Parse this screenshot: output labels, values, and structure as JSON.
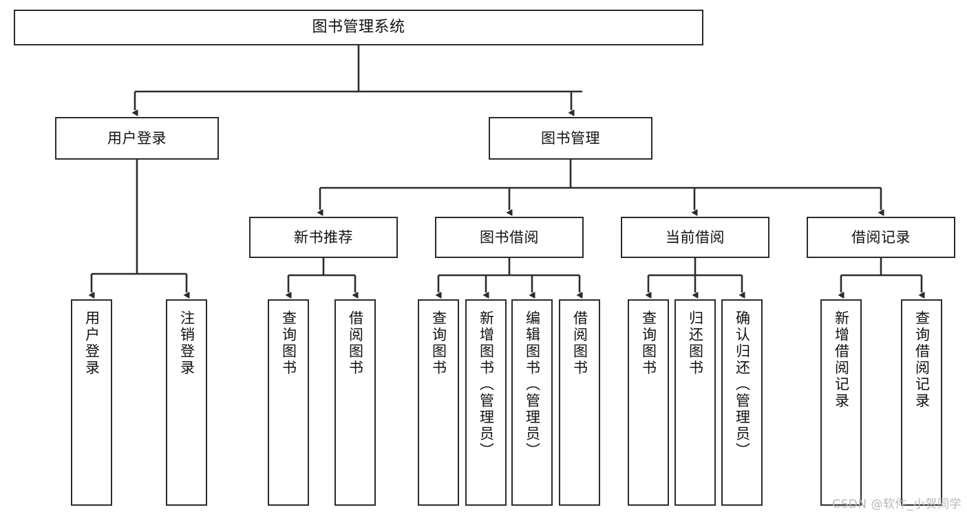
{
  "diagram": {
    "title": "图书管理系统",
    "watermark": "CSDN @软件_小贺同学",
    "line_color": "#2b2b2b",
    "box_fill": "#ffffff",
    "text_color": "#111111"
  },
  "nodes": {
    "root": {
      "label": "图书管理系统"
    },
    "level2": [
      {
        "label": "用户登录"
      },
      {
        "label": "图书管理"
      }
    ],
    "level3": [
      {
        "label": "新书推荐"
      },
      {
        "label": "图书借阅"
      },
      {
        "label": "当前借阅"
      },
      {
        "label": "借阅记录"
      }
    ],
    "leaves": {
      "user_login": [
        {
          "label": "用户登录"
        },
        {
          "label": "注销登录"
        }
      ],
      "new_book_recommend": [
        {
          "label": "查询图书"
        },
        {
          "label": "借阅图书"
        }
      ],
      "book_borrow": [
        {
          "label": "查询图书"
        },
        {
          "label": "新增图书（管理员）"
        },
        {
          "label": "编辑图书（管理员）"
        },
        {
          "label": "借阅图书"
        }
      ],
      "current_borrow": [
        {
          "label": "查询图书"
        },
        {
          "label": "归还图书"
        },
        {
          "label": "确认归还（管理员）"
        }
      ],
      "borrow_record": [
        {
          "label": "新增借阅记录"
        },
        {
          "label": "查询借阅记录"
        }
      ]
    }
  },
  "chart_data": {
    "type": "tree",
    "title": "图书管理系统",
    "orientation": "top-down",
    "levels": 4,
    "nodes": [
      {
        "id": "n0",
        "label": "图书管理系统",
        "level": 0,
        "parent": null
      },
      {
        "id": "n1",
        "label": "用户登录",
        "level": 1,
        "parent": "n0"
      },
      {
        "id": "n2",
        "label": "图书管理",
        "level": 1,
        "parent": "n0"
      },
      {
        "id": "n1a",
        "label": "用户登录",
        "level": 2,
        "parent": "n1"
      },
      {
        "id": "n1b",
        "label": "注销登录",
        "level": 2,
        "parent": "n1"
      },
      {
        "id": "n3",
        "label": "新书推荐",
        "level": 2,
        "parent": "n2"
      },
      {
        "id": "n4",
        "label": "图书借阅",
        "level": 2,
        "parent": "n2"
      },
      {
        "id": "n5",
        "label": "当前借阅",
        "level": 2,
        "parent": "n2"
      },
      {
        "id": "n6",
        "label": "借阅记录",
        "level": 2,
        "parent": "n2"
      },
      {
        "id": "n3a",
        "label": "查询图书",
        "level": 3,
        "parent": "n3"
      },
      {
        "id": "n3b",
        "label": "借阅图书",
        "level": 3,
        "parent": "n3"
      },
      {
        "id": "n4a",
        "label": "查询图书",
        "level": 3,
        "parent": "n4"
      },
      {
        "id": "n4b",
        "label": "新增图书（管理员）",
        "level": 3,
        "parent": "n4"
      },
      {
        "id": "n4c",
        "label": "编辑图书（管理员）",
        "level": 3,
        "parent": "n4"
      },
      {
        "id": "n4d",
        "label": "借阅图书",
        "level": 3,
        "parent": "n4"
      },
      {
        "id": "n5a",
        "label": "查询图书",
        "level": 3,
        "parent": "n5"
      },
      {
        "id": "n5b",
        "label": "归还图书",
        "level": 3,
        "parent": "n5"
      },
      {
        "id": "n5c",
        "label": "确认归还（管理员）",
        "level": 3,
        "parent": "n5"
      },
      {
        "id": "n6a",
        "label": "新增借阅记录",
        "level": 3,
        "parent": "n6"
      },
      {
        "id": "n6b",
        "label": "查询借阅记录",
        "level": 3,
        "parent": "n6"
      }
    ]
  }
}
